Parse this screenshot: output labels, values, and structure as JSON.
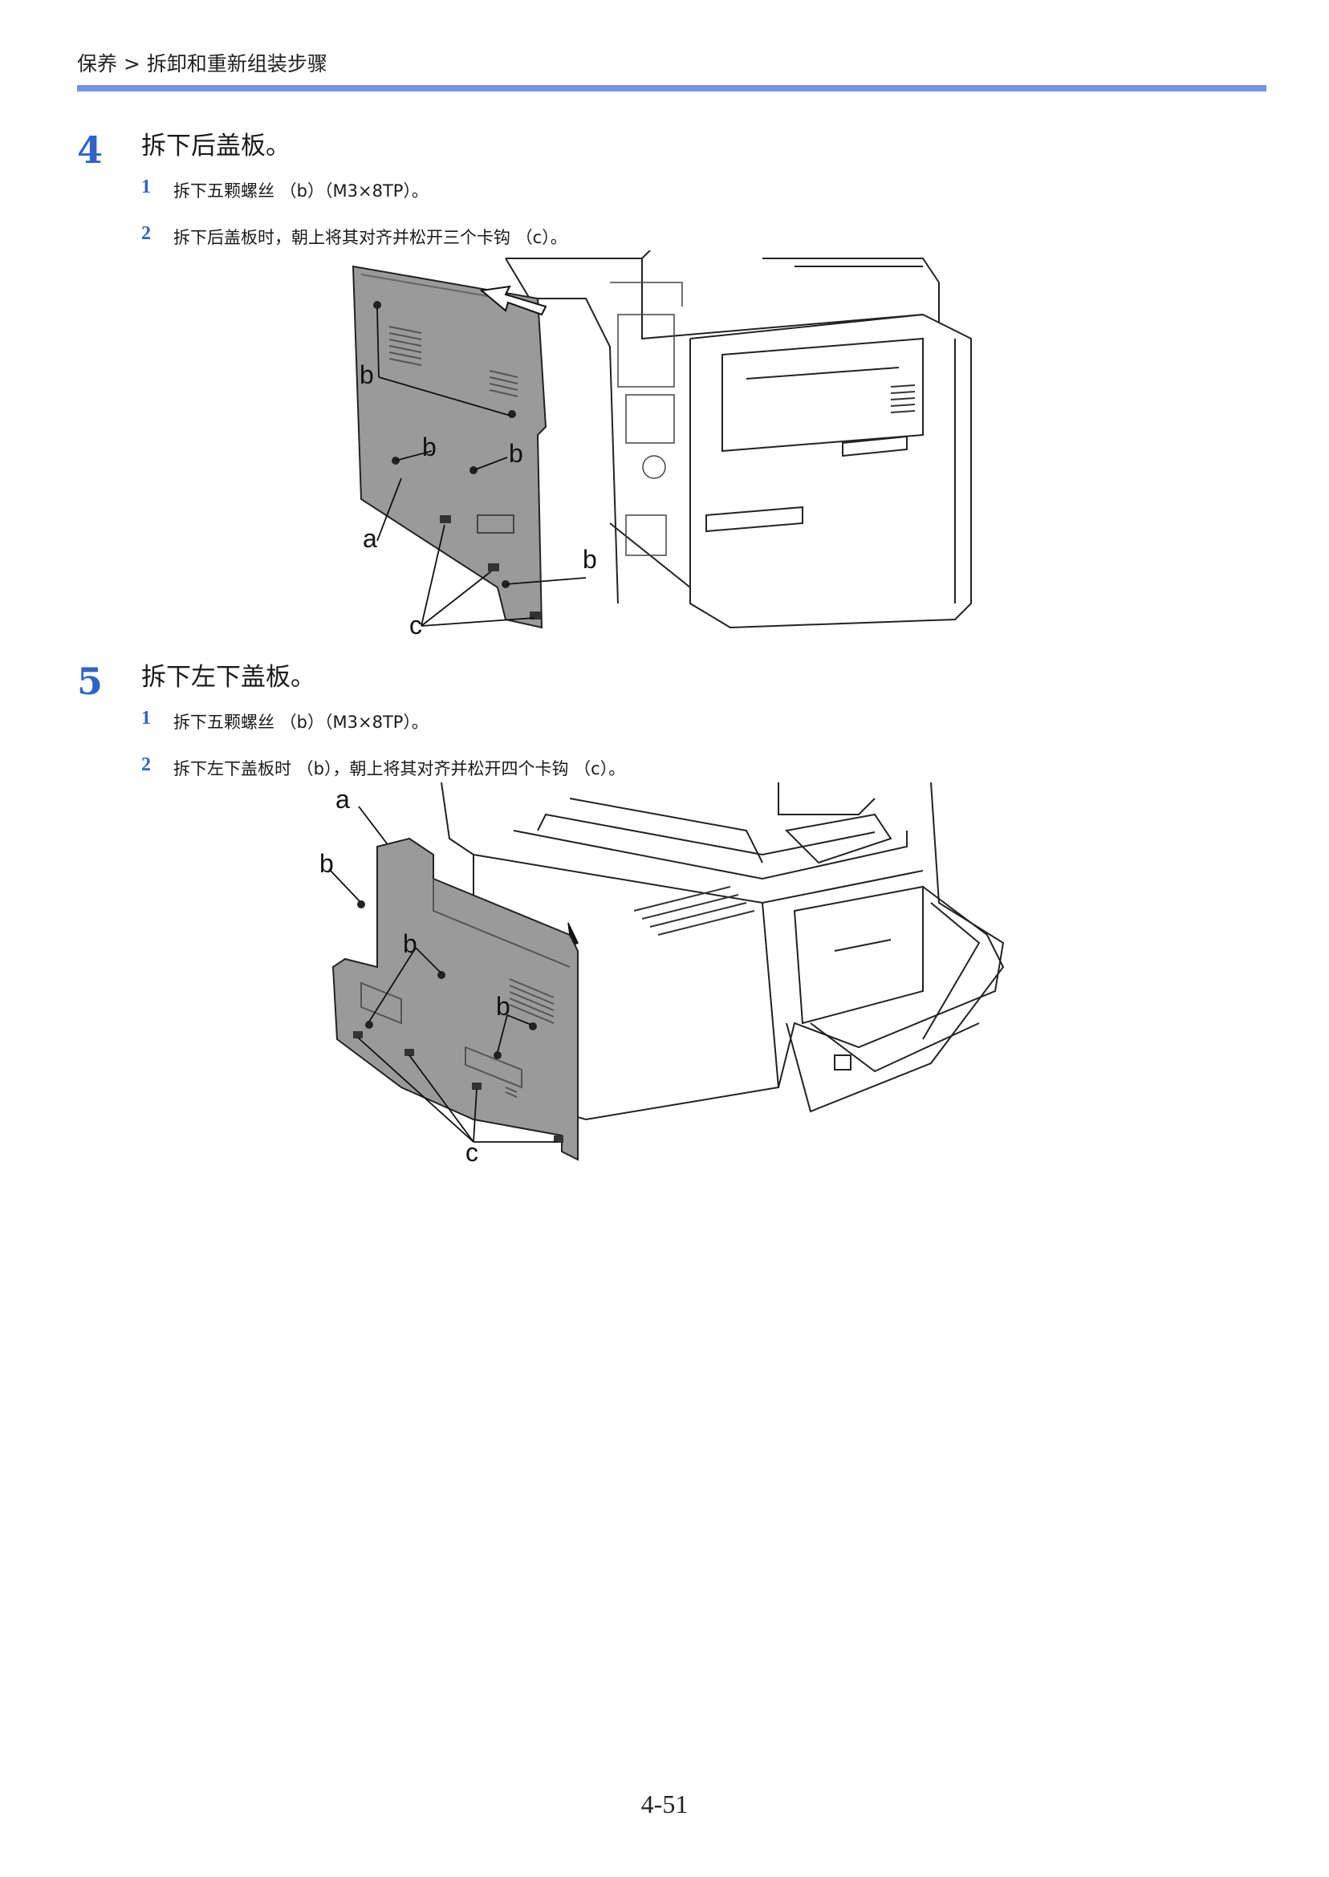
{
  "header": {
    "breadcrumb": "保养 > 拆卸和重新组装步骤"
  },
  "steps": [
    {
      "number": "4",
      "title": "拆下后盖板。",
      "substeps": [
        {
          "number": "1",
          "text": "拆下五颗螺丝 （b）（M3×8TP）。"
        },
        {
          "number": "2",
          "text": "拆下后盖板时，朝上将其对齐并松开三个卡钩 （c）。"
        }
      ],
      "figure_labels": [
        "b",
        "b",
        "b",
        "a",
        "b",
        "c"
      ]
    },
    {
      "number": "5",
      "title": "拆下左下盖板。",
      "substeps": [
        {
          "number": "1",
          "text": "拆下五颗螺丝 （b）（M3×8TP）。"
        },
        {
          "number": "2",
          "text": "拆下左下盖板时 （b），朝上将其对齐并松开四个卡钩 （c）。"
        }
      ],
      "figure_labels": [
        "a",
        "b",
        "b",
        "b",
        "c"
      ]
    }
  ],
  "footer": {
    "page_number": "4-51"
  },
  "colors": {
    "accent": "#2f63c9",
    "rule": "#6f94e6",
    "panel": "#9a9a9a"
  }
}
